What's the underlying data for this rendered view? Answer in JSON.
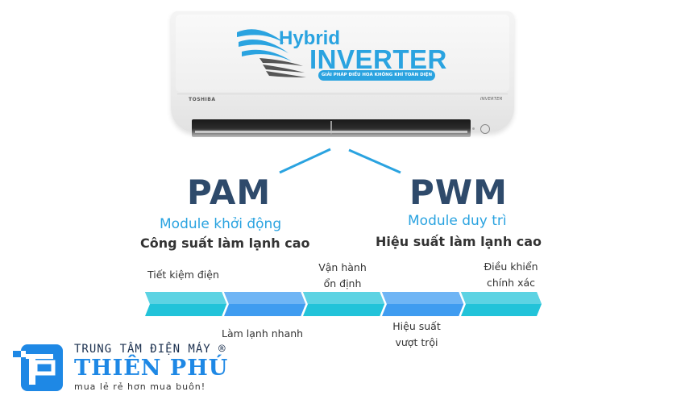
{
  "product": {
    "brand": "TOSHIBA",
    "badge": "INVERTER",
    "logo_word1": "Hybrid",
    "logo_word2": "INVERTER",
    "tagline": "GIẢI PHÁP ĐIỀU HOÀ KHÔNG KHÍ TOÀN DIỆN"
  },
  "modules": [
    {
      "title": "PAM",
      "subtitle": "Module khởi động",
      "feature": "Công suất làm lạnh cao"
    },
    {
      "title": "PWM",
      "subtitle": "Module duy trì",
      "feature": "Hiệu suất làm lạnh cao"
    }
  ],
  "timeline": {
    "segments": [
      {
        "label": "Tiết kiệm điện",
        "position": "top",
        "color_top": "#5dd3e3",
        "color_bottom": "#22c3d9"
      },
      {
        "label": "Làm lạnh nhanh",
        "position": "bottom",
        "color_top": "#6fb5f5",
        "color_bottom": "#3f9cf0"
      },
      {
        "label": "Vận hành ổn định",
        "line1": "Vận hành",
        "line2": "ổn định",
        "position": "top",
        "color_top": "#5dd3e3",
        "color_bottom": "#22c3d9"
      },
      {
        "label": "Hiệu suất vượt trội",
        "line1": "Hiệu suất",
        "line2": "vượt trội",
        "position": "bottom",
        "color_top": "#6fb5f5",
        "color_bottom": "#3f9cf0"
      },
      {
        "label": "Điều khiển chính xác",
        "line1": "Điều khiển",
        "line2": "chính xác",
        "position": "top",
        "color_top": "#5dd3e3",
        "color_bottom": "#22c3d9"
      }
    ]
  },
  "watermark": {
    "line1": "TRUNG TÂM ĐIỆN MÁY ®",
    "name": "THIÊN PHÚ",
    "slogan": "mua lẻ rẻ hơn mua buôn!"
  },
  "colors": {
    "accent": "#2aa3e0",
    "title": "#2e4a6b",
    "logo_blue": "#1e88e5"
  }
}
